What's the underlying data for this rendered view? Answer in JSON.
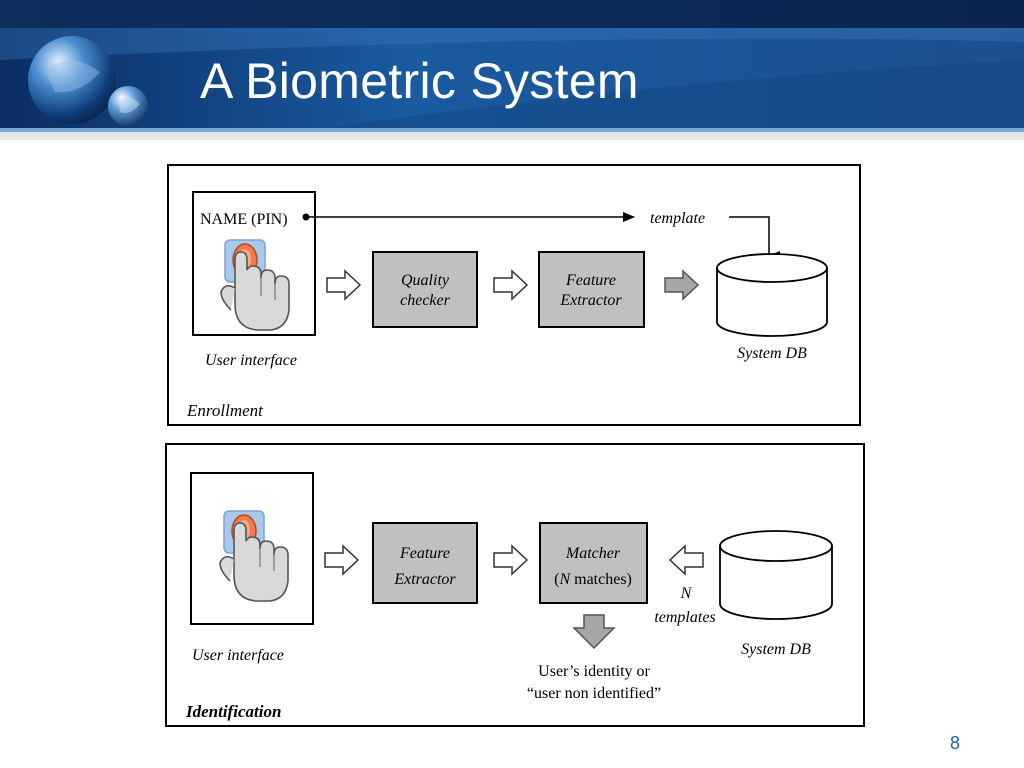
{
  "slide": {
    "title": "A Biometric System",
    "page_number": "8"
  },
  "enrollment": {
    "name_pin": "NAME (PIN)",
    "template": "template",
    "quality_line1": "Quality",
    "quality_line2": "checker",
    "feature_line1": "Feature",
    "feature_line2": "Extractor",
    "user_interface": "User interface",
    "system_db": "System DB",
    "section_label": "Enrollment"
  },
  "identification": {
    "feature_line1": "Feature",
    "feature_line2": "Extractor",
    "matcher_line1": "Matcher",
    "matcher_paren_open": "(",
    "matcher_n": "N",
    "matcher_rest": " matches)",
    "n_label": "N",
    "templates_label": "templates",
    "user_interface": "User interface",
    "system_db": "System DB",
    "result_line1": "User’s identity or",
    "result_line2": "“user non identified”",
    "section_label": "Identification"
  },
  "icons": {
    "logo": "globe-logo-icon",
    "finger": "finger-touch-icon",
    "database": "database-cylinder-icon"
  },
  "colors": {
    "header_dark": "#0b2e63",
    "header_mid": "#1c5ea5",
    "box_fill": "#c0c0c0",
    "page_number": "#1f5fa8"
  }
}
